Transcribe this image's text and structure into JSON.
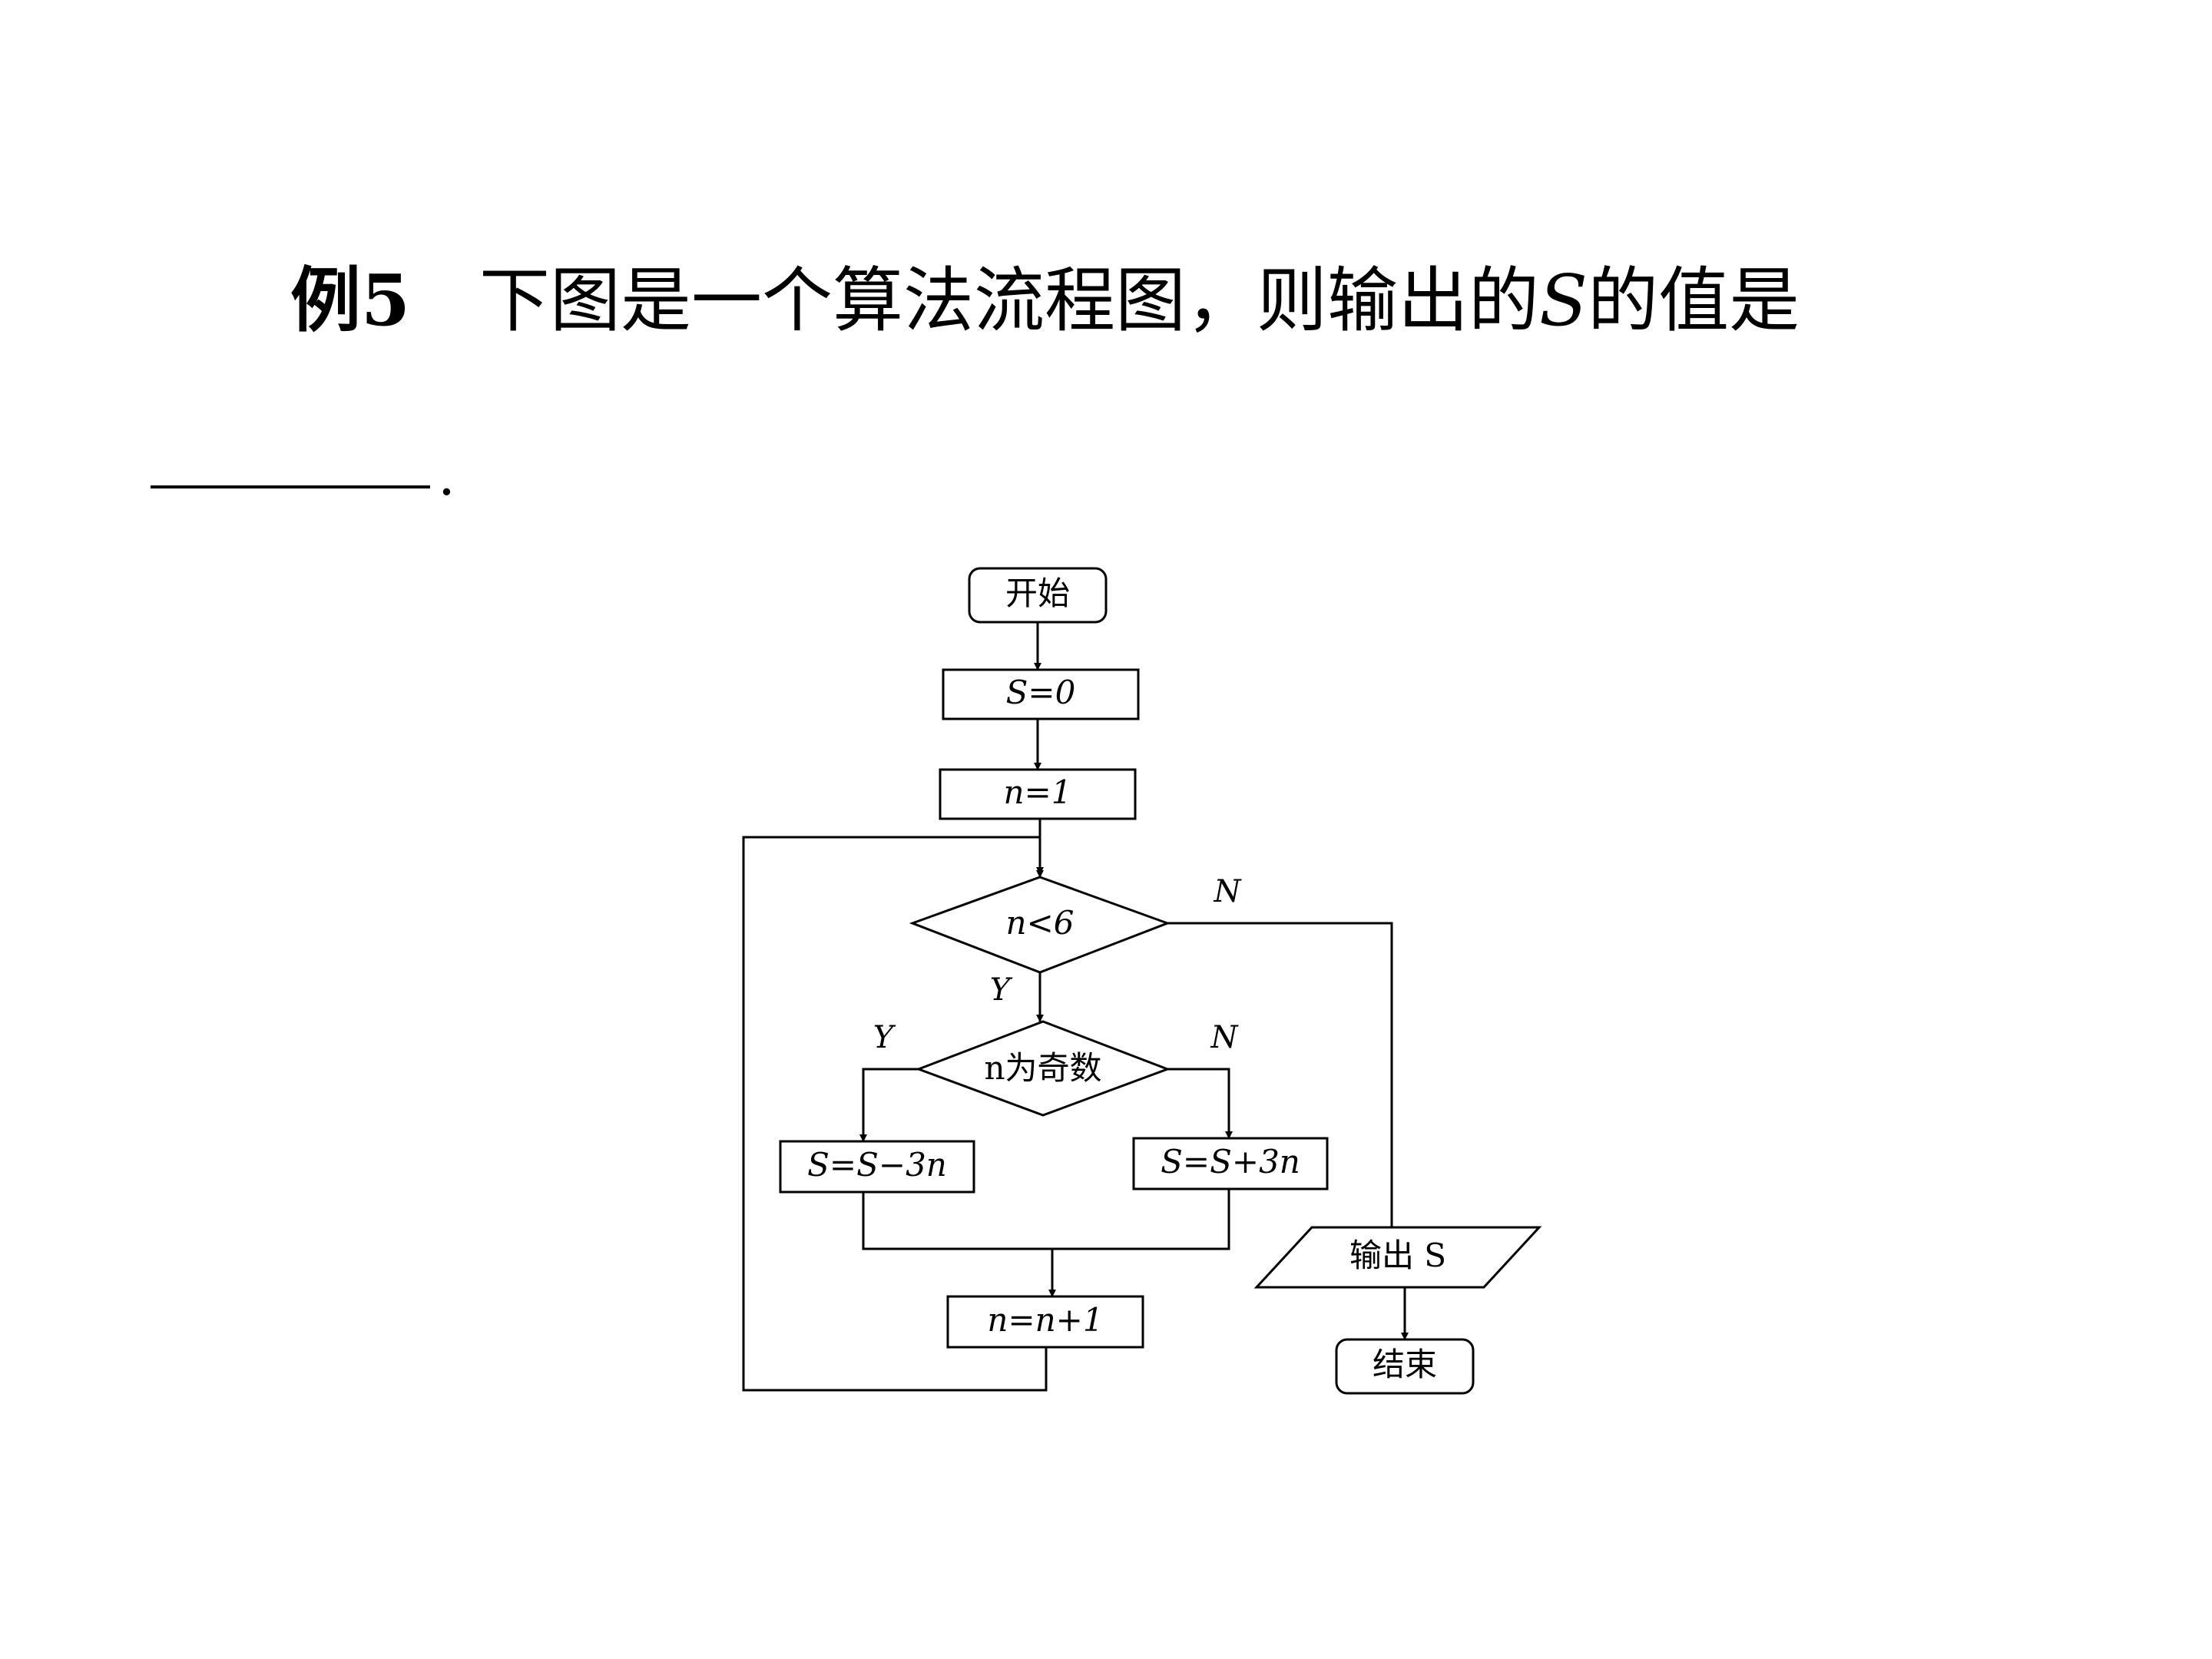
{
  "problem": {
    "label": "例5",
    "text_before": "下图是一个算法流程图，则输出的",
    "variable": "S",
    "text_after": "的值是",
    "end_mark": "."
  },
  "flowchart": {
    "start": "开始",
    "init_s": "S=0",
    "init_n": "n=1",
    "cond_loop": "n<6",
    "cond_odd": "n为奇数",
    "op_sub": "S=S−3n",
    "op_add": "S=S+3n",
    "op_inc": "n=n+1",
    "output": "输出 S",
    "end": "结束",
    "labels": {
      "yes_loop": "Y",
      "no_loop": "N",
      "yes_odd": "Y",
      "no_odd": "N"
    }
  }
}
